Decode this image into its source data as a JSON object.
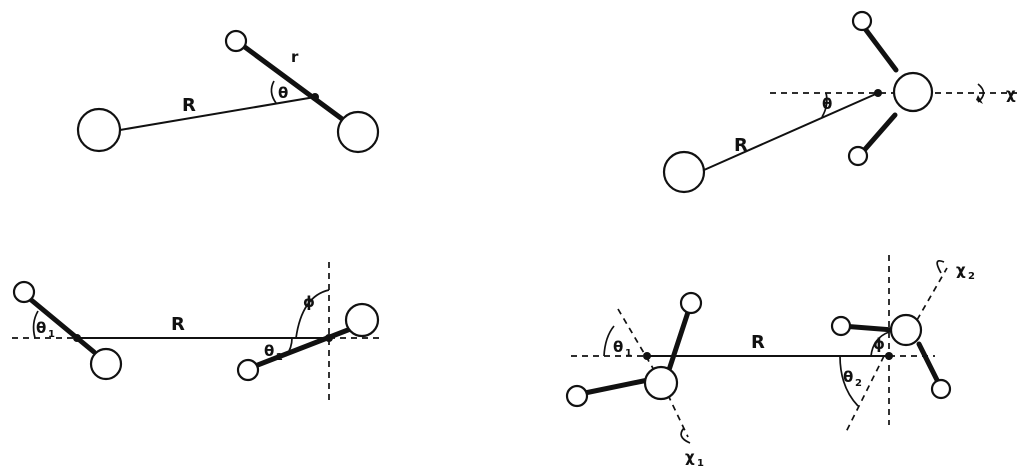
{
  "labels": {
    "R": "R",
    "r": "r",
    "theta": "θ",
    "theta1": "θ",
    "theta2": "θ",
    "theta1_sub": "1",
    "theta2_sub": "2",
    "phi": "ϕ",
    "chi": "χ",
    "chi1": "χ",
    "chi2": "χ",
    "chi1_sub": "1",
    "chi2_sub": "2"
  }
}
